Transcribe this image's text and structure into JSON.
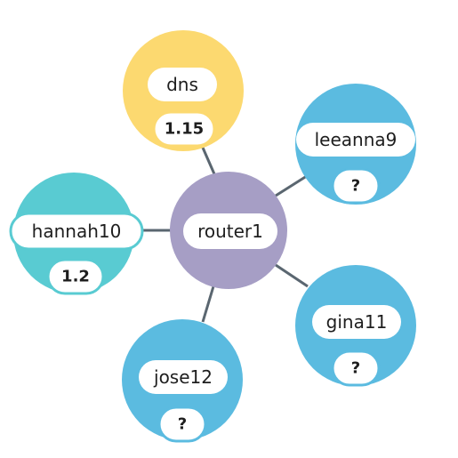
{
  "network": {
    "center": {
      "label": "router1",
      "color": "#a69ec5"
    },
    "nodes": [
      {
        "id": "dns",
        "label": "dns",
        "value": "1.15",
        "color": "#fcd970"
      },
      {
        "id": "leeanna9",
        "label": "leeanna9",
        "value": "?",
        "color": "#5bbbe0"
      },
      {
        "id": "hannah10",
        "label": "hannah10",
        "value": "1.2",
        "color": "#59cbd2"
      },
      {
        "id": "gina11",
        "label": "gina11",
        "value": "?",
        "color": "#5bbbe0"
      },
      {
        "id": "jose12",
        "label": "jose12",
        "value": "?",
        "color": "#5bbbe0"
      }
    ],
    "edge_color": "#5a6670"
  }
}
